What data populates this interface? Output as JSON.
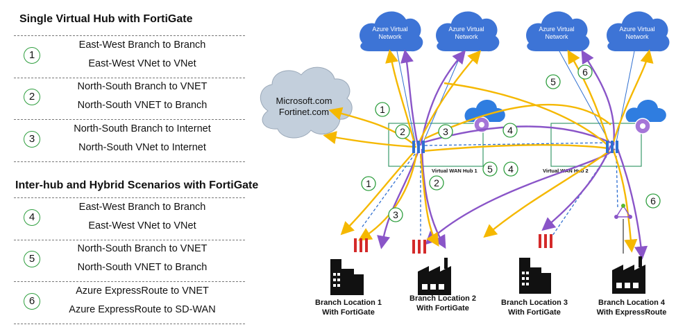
{
  "left_panel": {
    "section1_title": "Single Virtual Hub with FortiGate",
    "section2_title": "Inter-hub and Hybrid Scenarios with FortiGate",
    "rows": [
      {
        "num": "1",
        "line1": "East-West Branch to Branch",
        "line2": "East-West VNet to VNet"
      },
      {
        "num": "2",
        "line1": "North-South Branch to VNET",
        "line2": "North-South VNET to Branch"
      },
      {
        "num": "3",
        "line1": "North-South Branch to Internet",
        "line2": "North-South VNet to Internet"
      },
      {
        "num": "4",
        "line1": "East-West Branch to Branch",
        "line2": "East-West VNet to VNet"
      },
      {
        "num": "5",
        "line1": "North-South Branch to VNET",
        "line2": "North-South VNET to Branch"
      },
      {
        "num": "6",
        "line1": "Azure ExpressRoute to VNET",
        "line2": "Azure ExpressRoute to SD-WAN"
      }
    ]
  },
  "diagram": {
    "vnet_label_line1": "Azure Virtual",
    "vnet_label_line2": "Network",
    "internet_line1": "Microsoft.com",
    "internet_line2": "Fortinet.com",
    "hub1_label": "Virtual WAN Hub 1",
    "hub2_label": "Virtual WAN Hub 2",
    "branches": [
      {
        "line1": "Branch Location 1",
        "line2": "With FortiGate"
      },
      {
        "line1": "Branch Location 2",
        "line2": "With FortiGate"
      },
      {
        "line1": "Branch Location 3",
        "line2": "With FortiGate"
      },
      {
        "line1": "Branch Location 4",
        "line2": "With ExpressRoute"
      }
    ],
    "markers": [
      "1",
      "2",
      "3",
      "4",
      "5",
      "4",
      "1",
      "2",
      "3",
      "5",
      "6",
      "6"
    ],
    "colors": {
      "accent_green": "#2e9e3e",
      "cloud_blue": "#3d74d6",
      "flow_yellow": "#f5b800",
      "flow_purple": "#8a55c8",
      "fortigate_red": "#d42a2a",
      "hub_border": "#3a9a6a"
    }
  }
}
